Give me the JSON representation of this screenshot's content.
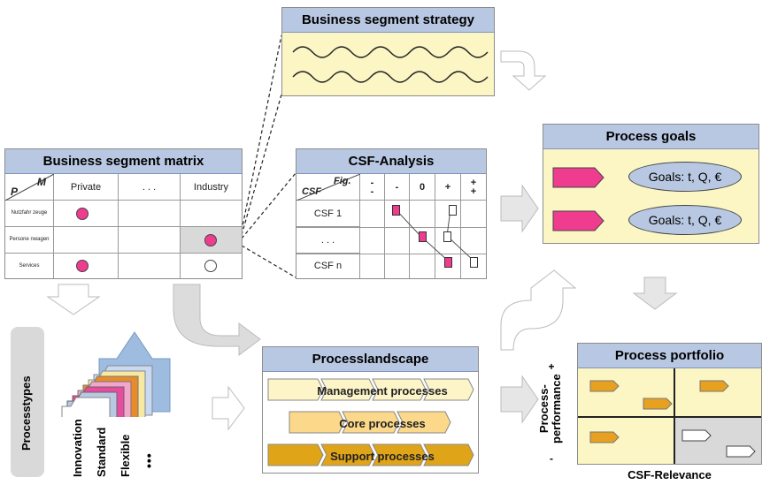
{
  "strategy": {
    "title": "Business segment strategy"
  },
  "matrix": {
    "title": "Business segment matrix",
    "corner_p": "P",
    "corner_m": "M",
    "columns": [
      "Private",
      ". . .",
      "Industry"
    ],
    "rows": [
      "Nutzfahr zeuge",
      "Persone nwagen",
      "Services"
    ]
  },
  "csf": {
    "title": "CSF-Analysis",
    "corner_csf": "CSF",
    "corner_fig": "Fig.",
    "columns": [
      "-\n-",
      "-",
      "0",
      "+",
      "+\n+"
    ],
    "rows": [
      "CSF 1",
      ". . .",
      "CSF n"
    ]
  },
  "goals": {
    "title": "Process goals",
    "items": [
      "Goals: t, Q, €",
      "Goals: t, Q, €"
    ]
  },
  "processtypes": {
    "label": "Processtypes",
    "types": [
      "Innovation",
      "Standard",
      "Flexible"
    ],
    "more": "•••"
  },
  "landscape": {
    "title": "Processlandscape",
    "rows": [
      "Management processes",
      "Core processes",
      "Support processes"
    ]
  },
  "portfolio": {
    "title": "Process portfolio",
    "y_label": "Process-\nperformance",
    "y_plus": "+",
    "y_minus": "-",
    "x_label": "CSF-Relevance"
  },
  "colors": {
    "header": "#b9c8e2",
    "panel_yellow": "#fbf6c4",
    "pink": "#f03c8f",
    "orange": "#e8a020",
    "support": "#e0a418",
    "core": "#fcd98a",
    "mgmt": "#fdf5c8"
  }
}
